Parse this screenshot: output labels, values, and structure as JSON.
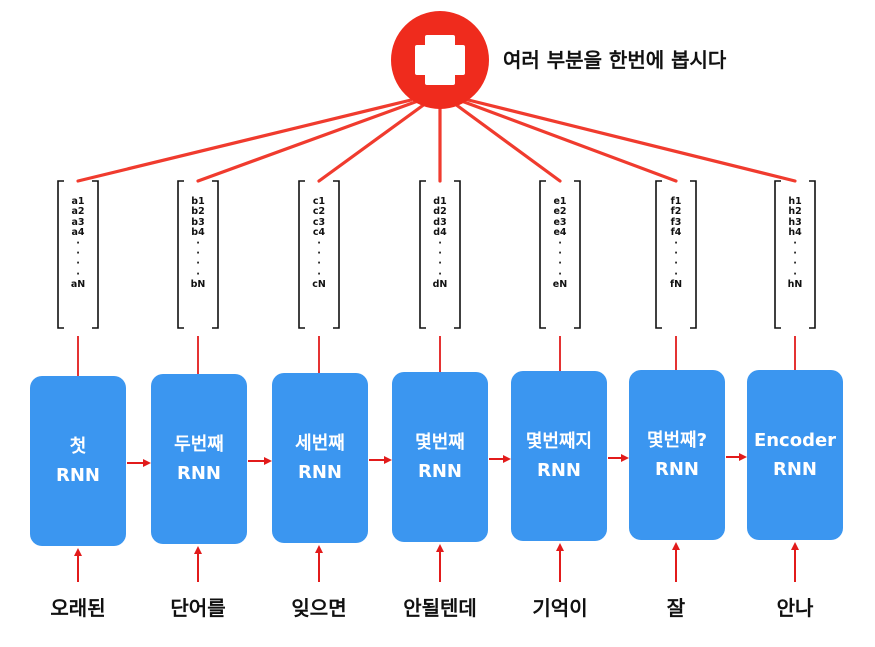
{
  "title": "여러 부분을 한번에 봅시다",
  "colors": {
    "rnn_fill": "#3b96f0",
    "red": "#ef2b1d",
    "arrow": "#e21b1b",
    "bracket": "#111111"
  },
  "icons": {
    "header": "medical-cross-icon"
  },
  "vectors": [
    {
      "lines": [
        "a1",
        "a2",
        "a3",
        "a4",
        "·",
        "·",
        "·",
        "·",
        "aN"
      ]
    },
    {
      "lines": [
        "b1",
        "b2",
        "b3",
        "b4",
        "·",
        "·",
        "·",
        "·",
        "bN"
      ]
    },
    {
      "lines": [
        "c1",
        "c2",
        "c3",
        "c4",
        "·",
        "·",
        "·",
        "·",
        "cN"
      ]
    },
    {
      "lines": [
        "d1",
        "d2",
        "d3",
        "d4",
        "·",
        "·",
        "·",
        "·",
        "dN"
      ]
    },
    {
      "lines": [
        "e1",
        "e2",
        "e3",
        "e4",
        "·",
        "·",
        "·",
        "·",
        "eN"
      ]
    },
    {
      "lines": [
        "f1",
        "f2",
        "f3",
        "f4",
        "·",
        "·",
        "·",
        "·",
        "fN"
      ]
    },
    {
      "lines": [
        "h1",
        "h2",
        "h3",
        "h4",
        "·",
        "·",
        "·",
        "·",
        "hN"
      ]
    }
  ],
  "rnns": [
    {
      "line1": "첫",
      "line2": "RNN"
    },
    {
      "line1": "두번째",
      "line2": "RNN"
    },
    {
      "line1": "세번째",
      "line2": "RNN"
    },
    {
      "line1": "몇번째",
      "line2": "RNN"
    },
    {
      "line1": "몇번째지",
      "line2": "RNN"
    },
    {
      "line1": "몇번째?",
      "line2": "RNN"
    },
    {
      "line1": "Encoder",
      "line2": "RNN"
    }
  ],
  "inputs": [
    "오래된",
    "단어를",
    "잊으면",
    "안될텐데",
    "기억이",
    "잘",
    "안나"
  ]
}
